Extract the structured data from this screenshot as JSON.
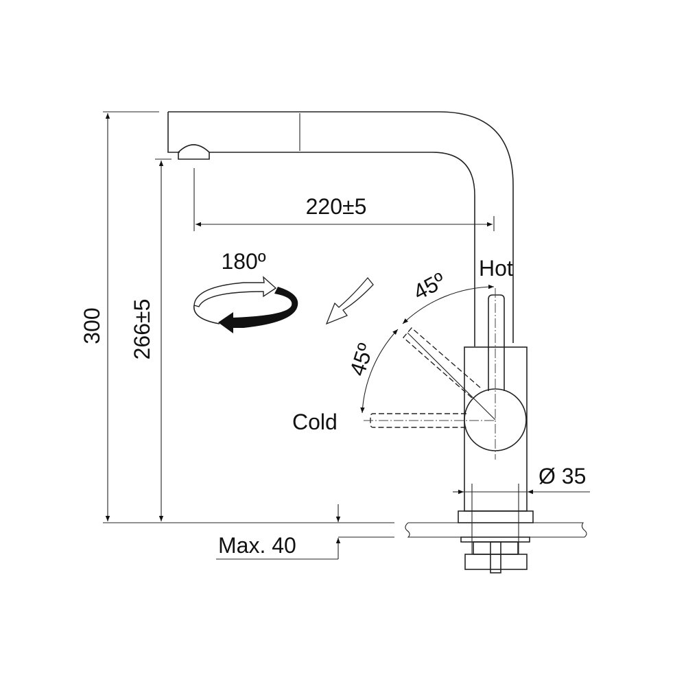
{
  "title": "Faucet dimension drawing",
  "dimensions": {
    "total_height": "300",
    "spout_height": "266±5",
    "spout_reach": "220±5",
    "base_diameter": "Ø 35",
    "max_counter_thickness": "Max. 40"
  },
  "labels": {
    "rotation": "180º",
    "hot": "Hot",
    "cold": "Cold",
    "angle_hot": "45º",
    "angle_cold": "45º"
  },
  "colors": {
    "line": "#222222",
    "background": "#ffffff"
  }
}
